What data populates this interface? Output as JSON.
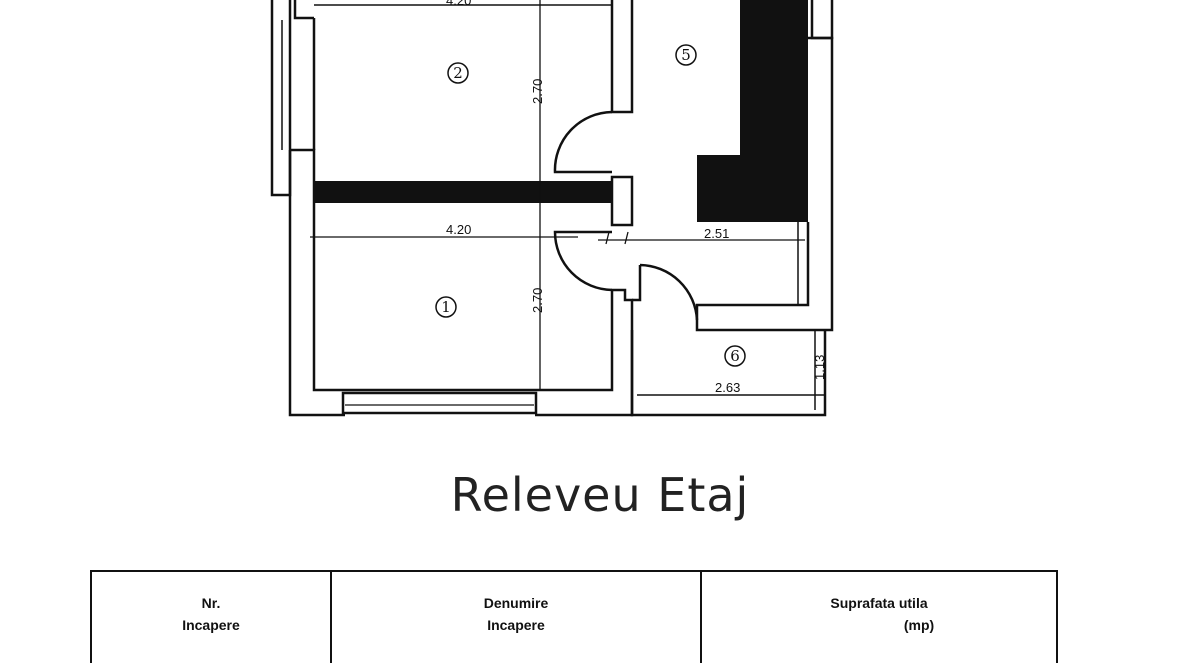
{
  "plan": {
    "rooms": [
      {
        "number": "1"
      },
      {
        "number": "2"
      },
      {
        "number": "5"
      },
      {
        "number": "6"
      }
    ],
    "dimensions": {
      "top_width": "4.20",
      "room2_height": "2.70",
      "room1_width": "4.20",
      "room1_height": "2.70",
      "room5_width": "2.51",
      "room6_width": "2.63",
      "room6_height": "1.13"
    }
  },
  "title": "Releveu Etaj",
  "table": {
    "headers": [
      {
        "line1": "Nr.",
        "line2": "Incapere"
      },
      {
        "line1": "Denumire",
        "line2": "Incapere"
      },
      {
        "line1": "Suprafata utila",
        "line2": "(mp)"
      }
    ]
  }
}
